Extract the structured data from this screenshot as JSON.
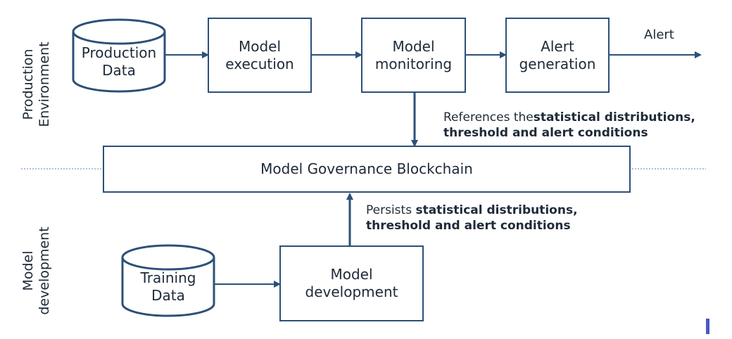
{
  "sections": {
    "production": "Production\nEnvironment",
    "development": "Model\ndevelopment"
  },
  "nodes": {
    "production_data": "Production\nData",
    "model_execution": "Model\nexecution",
    "model_monitoring": "Model\nmonitoring",
    "alert_generation": "Alert\ngeneration",
    "blockchain": "Model Governance Blockchain",
    "training_data": "Training\nData",
    "model_development": "Model\ndevelopment"
  },
  "edge_labels": {
    "alert": "Alert",
    "references_prefix": "References the",
    "references_bold_1": "statistical distributions,",
    "references_bold_2": "threshold and alert conditions",
    "persists_prefix": "Persists ",
    "persists_bold_1": "statistical distributions,",
    "persists_bold_2": "threshold and alert conditions"
  },
  "colors": {
    "border": "#2c5078",
    "arrow": "#2c5078",
    "divider": "#7a9cc8",
    "accent_bar": "#4a57c8"
  }
}
